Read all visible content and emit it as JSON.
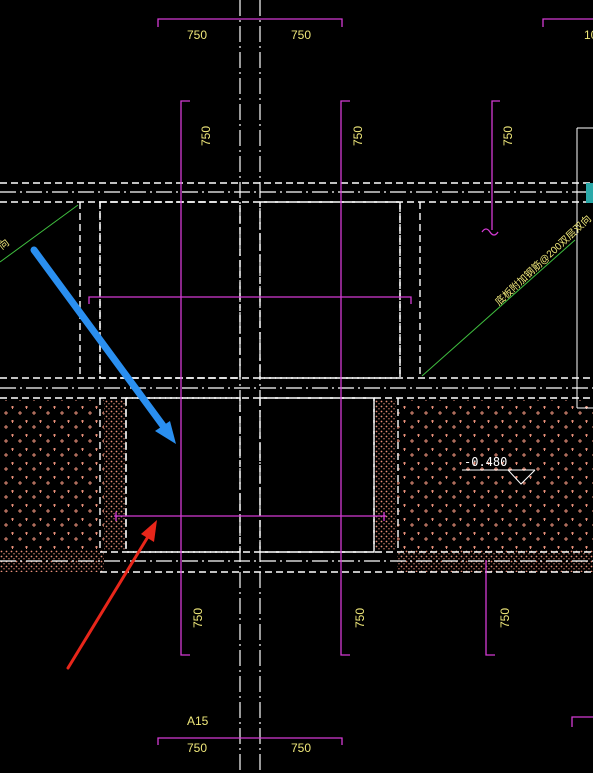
{
  "dimensions": {
    "top_left": "750",
    "top_right": "750",
    "top_corner_partial": "10",
    "bottom_left": "750",
    "bottom_right": "750",
    "vertical_upper_a": "750",
    "vertical_upper_b": "750",
    "vertical_upper_c": "750",
    "vertical_lower_a": "750",
    "vertical_lower_b": "750",
    "vertical_lower_c": "750"
  },
  "labels": {
    "axis_label": "A15",
    "elevation": "-0.480",
    "rebar_note": "底板附加钢筋@200双层双向",
    "left_note_partial": "向"
  },
  "colors": {
    "dimension_text": "#f0e87a",
    "dimension_lines": "#d43ad4",
    "walls": "#ffffff",
    "hatch": "#e8907a",
    "blue_arrow": "#2a8ff0",
    "red_arrow": "#e8261a",
    "diagonal_line": "#3fbf3f"
  }
}
